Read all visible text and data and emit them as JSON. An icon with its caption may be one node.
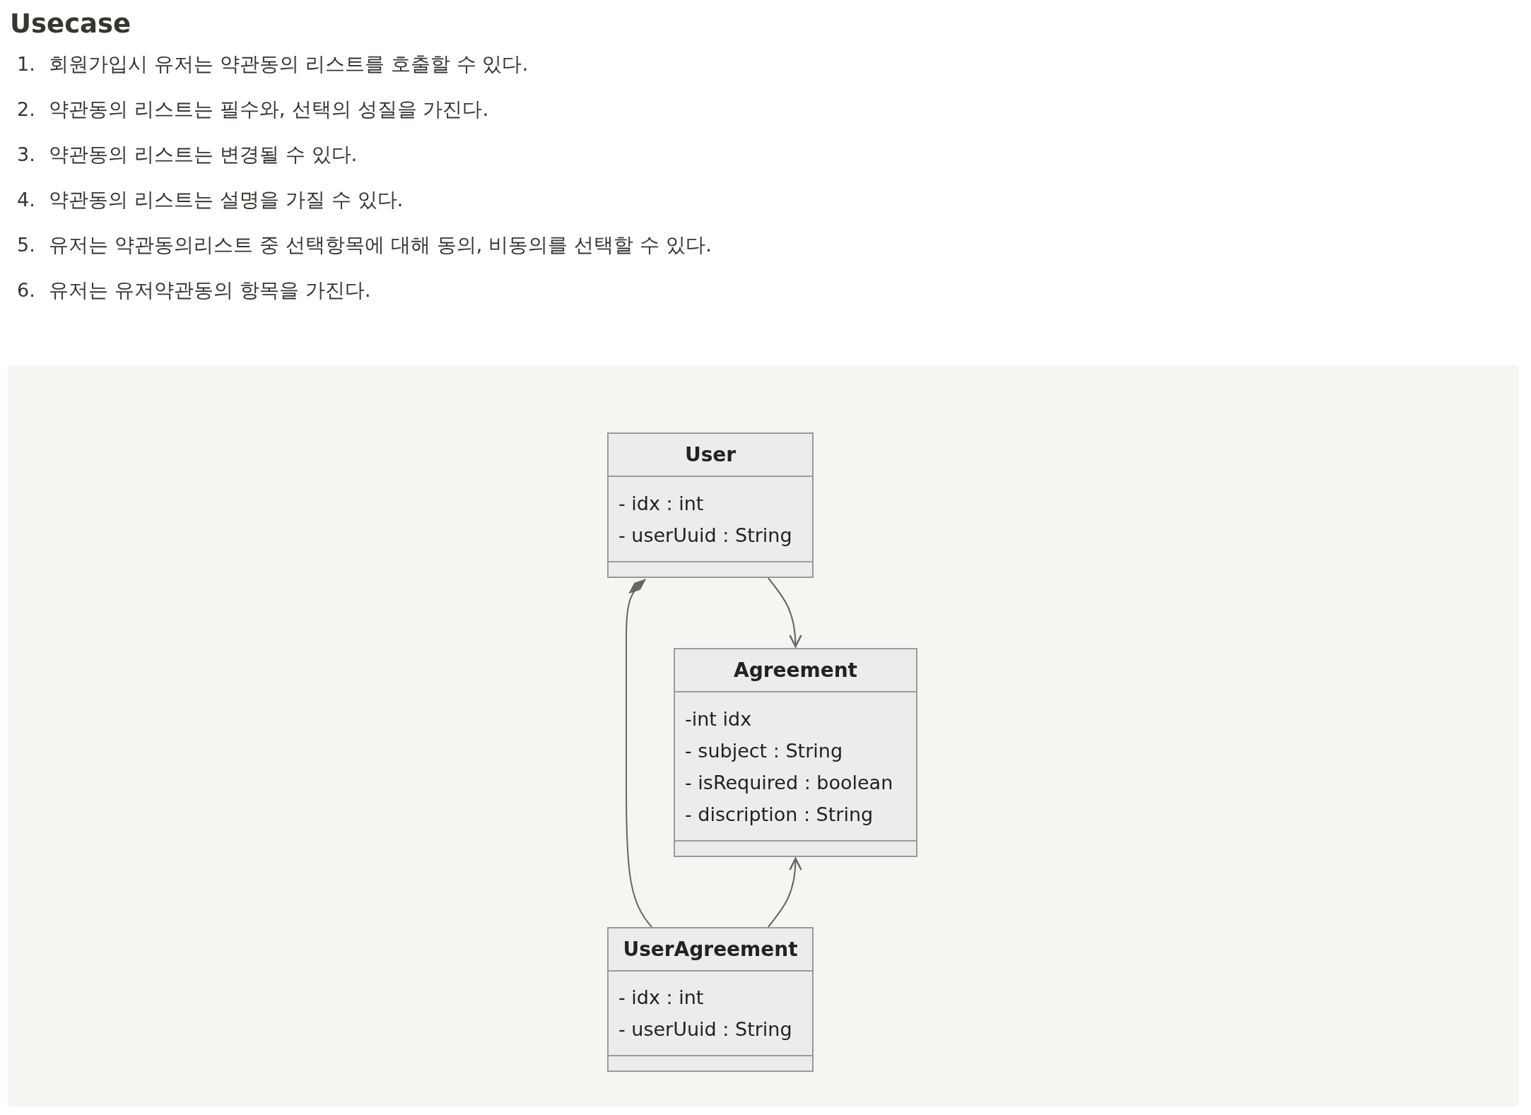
{
  "diagram": {
    "title": "Usecase",
    "nodes": [
      {
        "text": [
          "User",
          "- idx : int",
          "- userUuid : String"
        ]
      },
      {
        "text": [
          "Agreement",
          "-int idx",
          "- subject : String",
          "- isRequired : boolean",
          "- discription : String"
        ]
      },
      {
        "text": [
          "UserAgreement",
          "- idx : int",
          "- userUuid : String"
        ]
      }
    ],
    "edges": [
      {
        "from": 0,
        "to": 1,
        "arrow": "to"
      },
      {
        "from": 2,
        "to": 1,
        "arrow": "to"
      },
      {
        "from": 2,
        "to": 0,
        "arrow": "other"
      }
    ],
    "labels": [
      "1.",
      "회원가입시 유저는 약관동의 리스트를 호출할 수 있다.",
      "2.",
      "약관동의 리스트는 필수와, 선택의 성질을 가진다.",
      "3.",
      "약관동의 리스트는 변경될 수 있다.",
      "4.",
      "약관동의 리스트는 설명을 가질 수 있다.",
      "5.",
      "유저는 약관동의리스트 중 선택항목에 대해 동의, 비동의를 선택할 수 있다.",
      "6.",
      "유저는 유저약관동의 항목을 가진다."
    ]
  }
}
